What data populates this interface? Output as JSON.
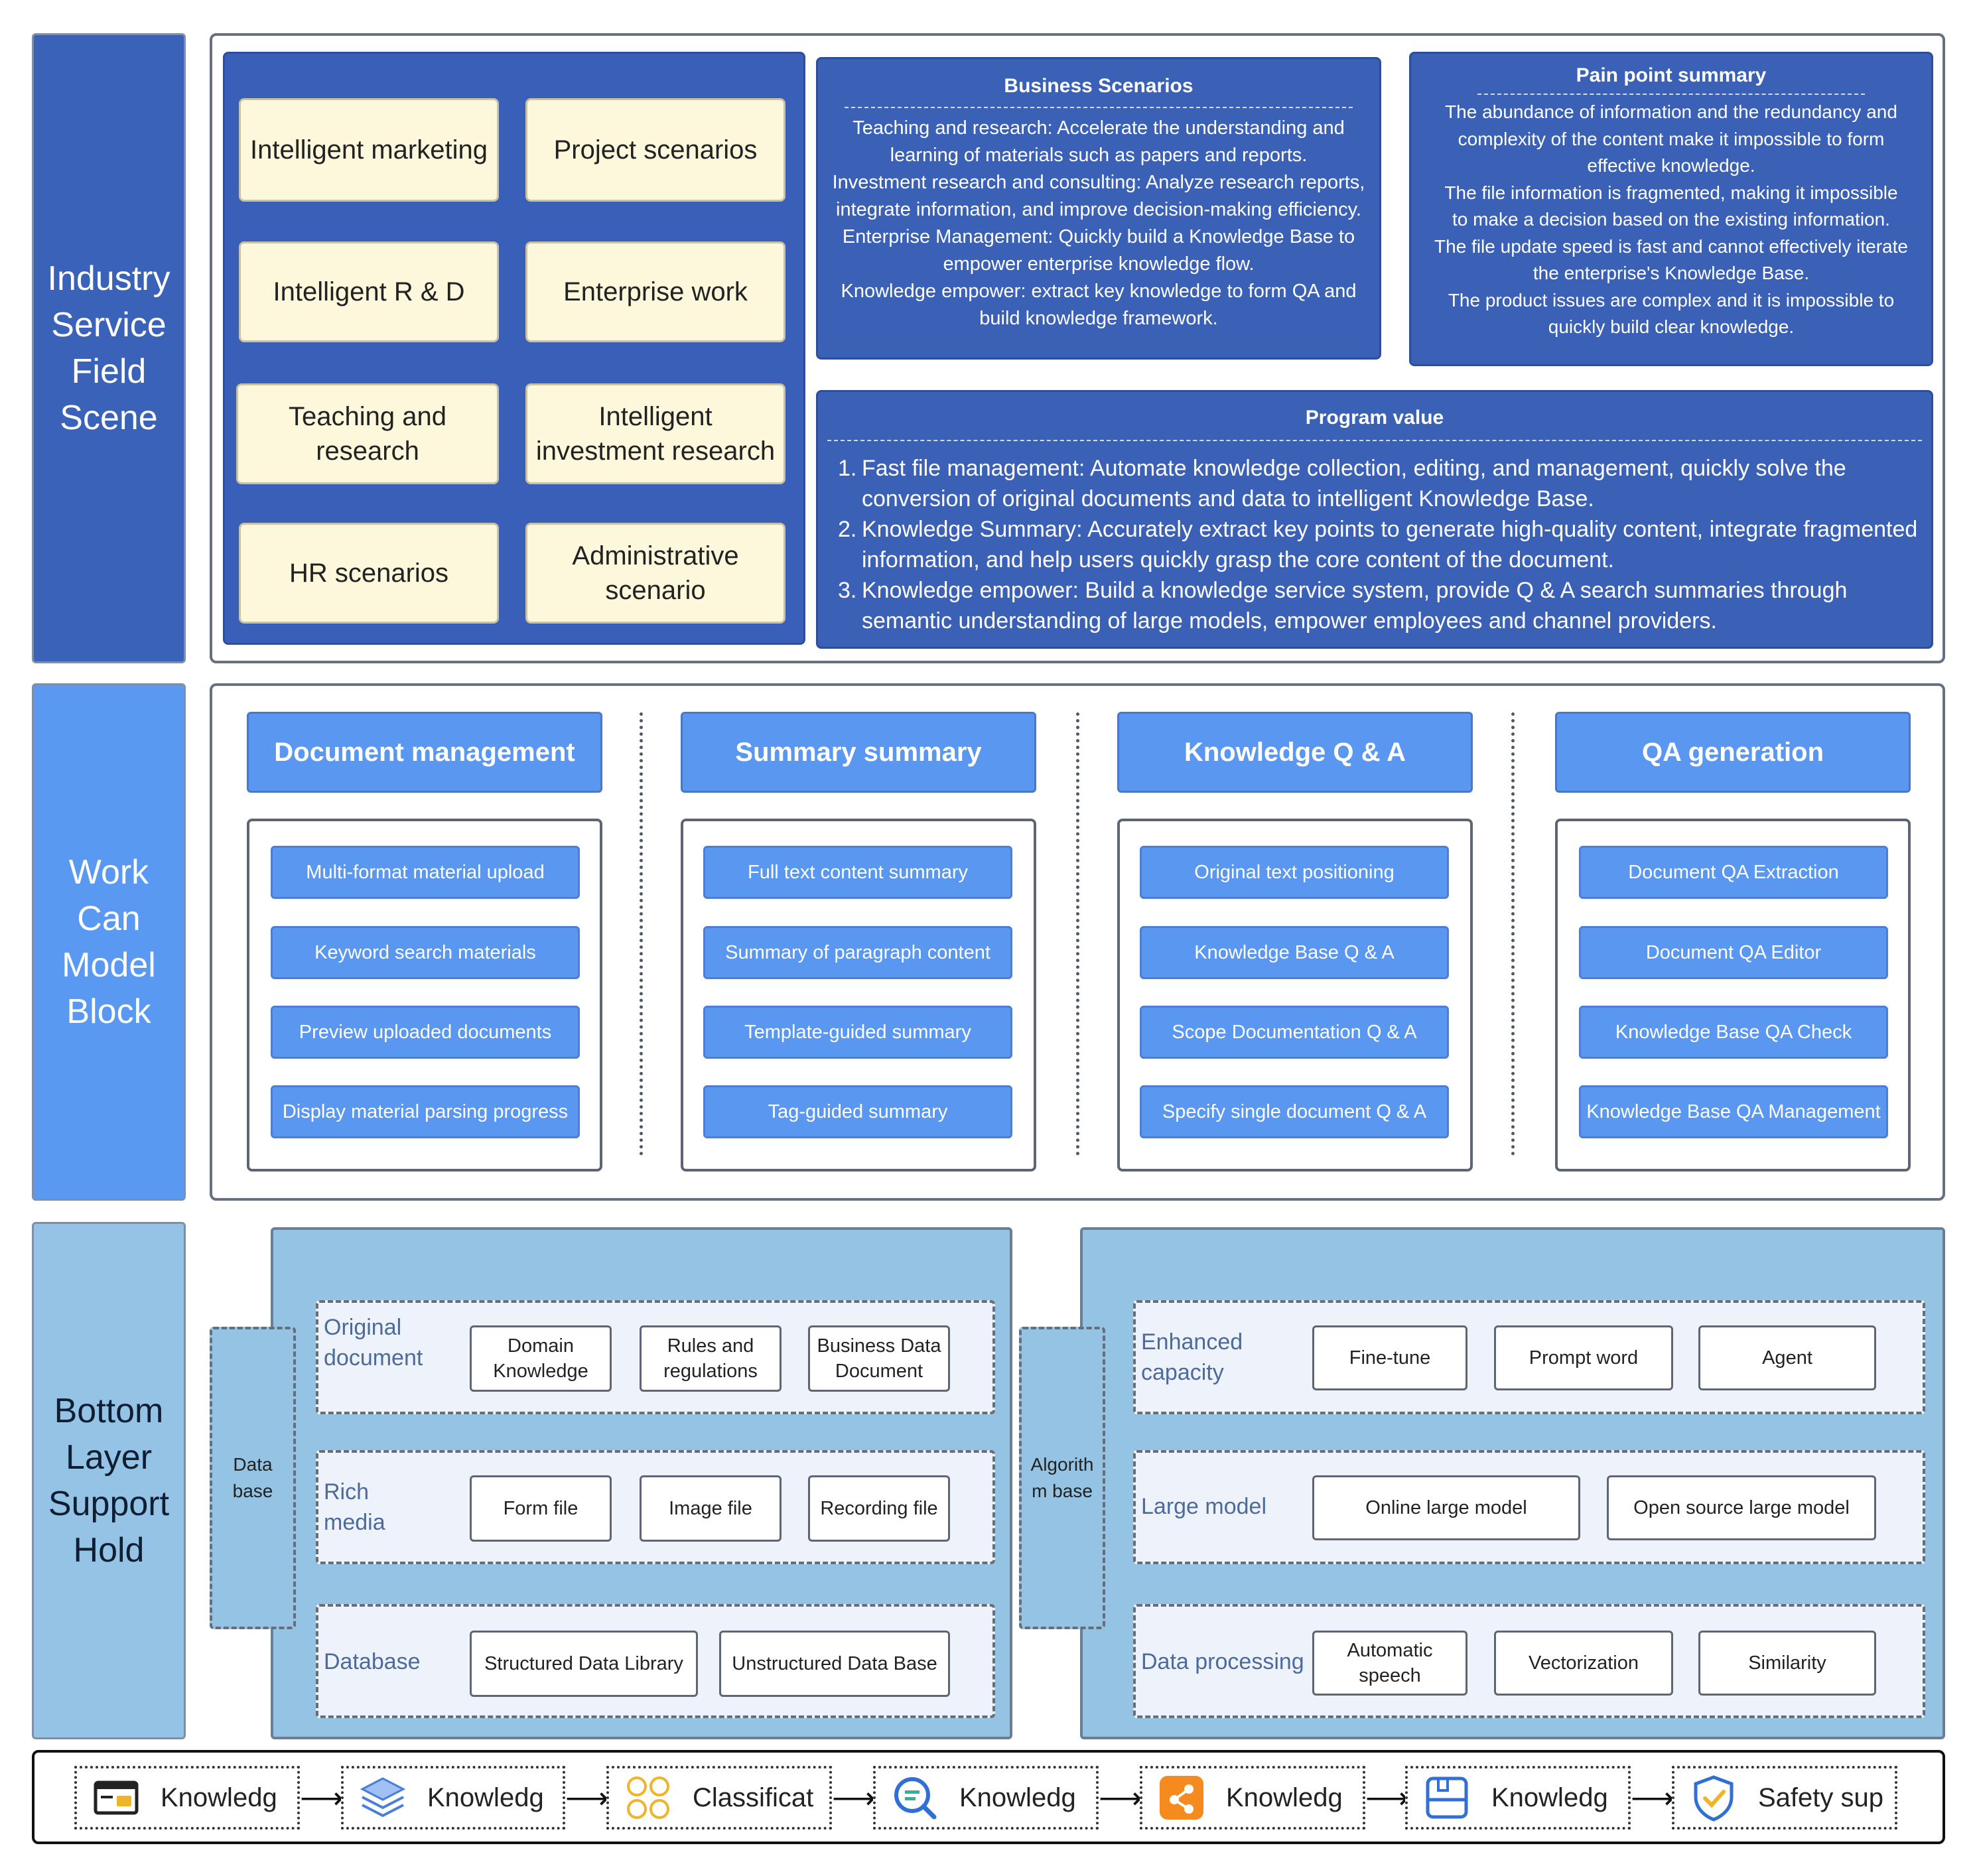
{
  "row_labels": {
    "industry": [
      "Industry",
      "Service",
      "Field",
      "Scene"
    ],
    "work": [
      "Work",
      "Can",
      "Model",
      "Block"
    ],
    "bottom": [
      "Bottom",
      "Layer",
      "Support",
      "Hold"
    ]
  },
  "scenarios": [
    [
      "Intelligent marketing"
    ],
    [
      "Project scenarios"
    ],
    [
      "Intelligent R & D"
    ],
    [
      "Enterprise work"
    ],
    [
      "Teaching and",
      "research"
    ],
    [
      "Intelligent",
      "investment research"
    ],
    [
      "HR scenarios"
    ],
    [
      "Administrative",
      "scenario"
    ]
  ],
  "business": {
    "title": "Business Scenarios",
    "lines": [
      "Teaching and research: Accelerate the understanding and",
      "learning of materials such as papers and reports.",
      "Investment research and consulting: Analyze research reports,",
      "integrate information, and improve decision-making efficiency.",
      "Enterprise Management: Quickly build a Knowledge Base to",
      "empower enterprise knowledge flow.",
      "Knowledge empower: extract key knowledge to form QA and",
      "build knowledge framework."
    ]
  },
  "pain": {
    "title": "Pain point summary",
    "lines": [
      "The abundance of information and the redundancy and",
      "complexity of the content make it impossible to form",
      "effective knowledge.",
      "The file information is fragmented, making it impossible",
      "to make a decision based on the existing information.",
      "The file update speed is fast and cannot effectively iterate",
      "the enterprise's Knowledge Base.",
      "The product issues are complex and it is impossible to",
      "quickly build clear knowledge."
    ]
  },
  "program": {
    "title": "Program value",
    "items": [
      {
        "num": "1.",
        "lines": [
          "Fast file management: Automate knowledge collection, editing, and management, quickly solve the",
          "conversion of original documents and data to intelligent Knowledge Base."
        ]
      },
      {
        "num": "2.",
        "lines": [
          "Knowledge Summary: Accurately extract key points to generate high-quality content, integrate fragmented",
          "information, and help users quickly grasp the core content of the document."
        ]
      },
      {
        "num": "3.",
        "lines": [
          "Knowledge empower: Build a knowledge service system, provide Q & A search summaries through",
          "semantic understanding of large models, empower employees and channel providers."
        ]
      }
    ]
  },
  "modules": [
    {
      "title": "Document management",
      "items": [
        "Multi-format material upload",
        "Keyword search materials",
        "Preview uploaded documents",
        "Display material parsing progress"
      ]
    },
    {
      "title": "Summary summary",
      "items": [
        "Full text content summary",
        "Summary of paragraph content",
        "Template-guided summary",
        "Tag-guided summary"
      ]
    },
    {
      "title": "Knowledge Q & A",
      "items": [
        "Original text positioning",
        "Knowledge Base Q & A",
        "Scope Documentation Q & A",
        "Specify single document Q & A"
      ]
    },
    {
      "title": "QA generation",
      "items": [
        "Document QA Extraction",
        "Document QA Editor",
        "Knowledge Base QA Check",
        "Knowledge Base QA Management"
      ]
    }
  ],
  "data_base": {
    "label": [
      "Data",
      "base"
    ],
    "rows": [
      {
        "label": [
          "Original",
          "document"
        ],
        "chips": [
          [
            "Domain",
            "Knowledge"
          ],
          [
            "Rules and",
            "regulations"
          ],
          [
            "Business Data",
            "Document"
          ]
        ]
      },
      {
        "label": [
          "Rich",
          "media"
        ],
        "chips": [
          [
            "Form file"
          ],
          [
            "Image file"
          ],
          [
            "Recording file"
          ]
        ]
      },
      {
        "label": [
          "Database"
        ],
        "chips": [
          [
            "Structured Data Library"
          ],
          [
            "Unstructured Data Base"
          ]
        ]
      }
    ]
  },
  "algorithm_base": {
    "label": [
      "Algorith",
      "m base"
    ],
    "rows": [
      {
        "label": [
          "Enhanced",
          "capacity"
        ],
        "chips": [
          [
            "Fine-tune"
          ],
          [
            "Prompt word"
          ],
          [
            "Agent"
          ]
        ]
      },
      {
        "label": [
          "Large model"
        ],
        "chips": [
          [
            "Online large model"
          ],
          [
            "Open source large model"
          ]
        ]
      },
      {
        "label": [
          "Data processing"
        ],
        "chips": [
          [
            "Automatic",
            "speech"
          ],
          [
            "Vectorization"
          ],
          [
            "Similarity"
          ]
        ]
      }
    ]
  },
  "flow": [
    {
      "label": "Knowledg",
      "icon": "id-card-icon"
    },
    {
      "label": "Knowledg",
      "icon": "layers-icon"
    },
    {
      "label": "Classificat",
      "icon": "grid-circles-icon"
    },
    {
      "label": "Knowledg",
      "icon": "search-chat-icon"
    },
    {
      "label": "Knowledg",
      "icon": "share-node-icon"
    },
    {
      "label": "Knowledg",
      "icon": "save-box-icon"
    },
    {
      "label": "Safety sup",
      "icon": "shield-check-icon"
    }
  ],
  "colors": {
    "dark_blue": "#3a62b8",
    "mid_blue": "#5a97f0",
    "sky_blue": "#94c3e4",
    "cream": "#fdf8dc",
    "icon_yellow": "#f0b429",
    "icon_blue": "#4a8df0",
    "icon_orange": "#f58a1f"
  }
}
